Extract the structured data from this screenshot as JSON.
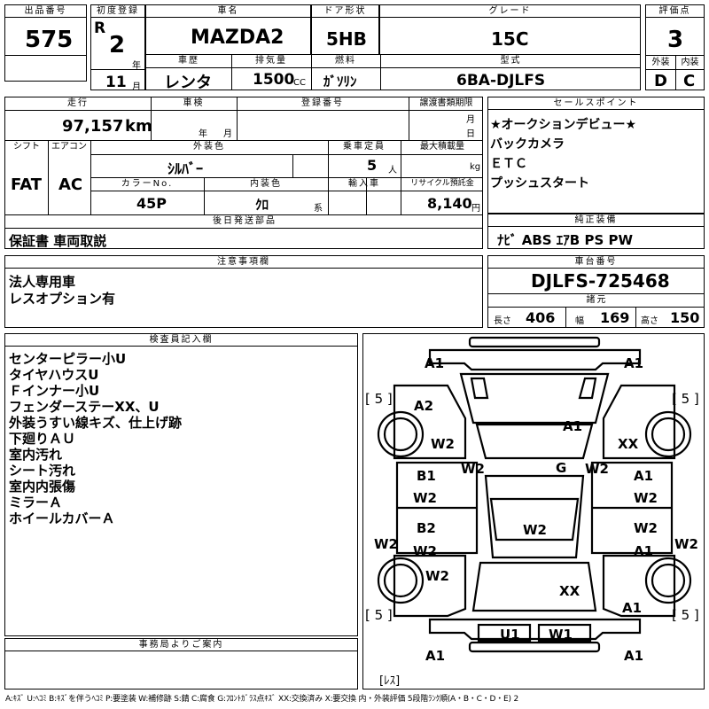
{
  "header": {
    "lot_no_label": "出品番号",
    "lot_no": "575",
    "first_reg_label": "初度登録",
    "era": "R",
    "year": "2",
    "year_unit": "年",
    "month": "11",
    "month_unit": "月",
    "car_name_label": "車名",
    "car_name": "MAZDA2",
    "door_label": "ドア形状",
    "door": "5HB",
    "grade_label": "グレード",
    "grade": "15C",
    "score_label": "評価点",
    "score": "3",
    "history_label": "車歴",
    "history": "レンタ",
    "displacement_label": "排気量",
    "displacement": "1500",
    "displacement_unit": "CC",
    "fuel_label": "燃料",
    "fuel": "ｶﾞｿﾘﾝ",
    "model_label": "型式",
    "model": "6BA-DJLFS",
    "exterior_label": "外装",
    "exterior": "D",
    "interior_label": "内装",
    "interior": "C"
  },
  "row2": {
    "mileage_label": "走行",
    "mileage": "97,157",
    "mileage_unit": "km",
    "shaken_label": "車検",
    "shaken_year_unit": "年",
    "shaken_month_unit": "月",
    "reg_no_label": "登録番号",
    "transfer_label": "譲渡書類期限",
    "transfer_month_unit": "月",
    "transfer_day_unit": "日",
    "shift_label": "シフト",
    "shift": "FAT",
    "ac_label": "エアコン",
    "ac": "AC",
    "ext_color_label": "外装色",
    "ext_color": "ｼﾙﾊﾞｰ",
    "capacity_label": "乗車定員",
    "capacity": "5",
    "capacity_unit": "人",
    "load_label": "最大積載量",
    "load_unit": "kg",
    "color_no_label": "カラーNo.",
    "color_no": "45P",
    "int_color_label": "内装色",
    "int_color": "ｸﾛ",
    "int_color_unit": "系",
    "import_label": "輸入車",
    "recycle_label": "リサイクル預託金",
    "recycle": "8,140",
    "recycle_unit": "円",
    "later_parts_label": "後日発送部品",
    "later_parts": "保証書 車両取説"
  },
  "sales_points": {
    "label": "セールスポイント",
    "items": [
      "★オークションデビュー★",
      "バックカメラ",
      "ＥＴＣ",
      "プッシュスタート"
    ]
  },
  "equipment": {
    "label": "純正装備",
    "value": "ﾅﾋﾞ ABS ｴｱB PS PW"
  },
  "notes": {
    "label": "注意事項欄",
    "items": [
      "法人専用車",
      "レスオプション有"
    ]
  },
  "chassis": {
    "label": "車台番号",
    "value": "DJLFS-725468",
    "dims_label": "諸元",
    "length_label": "長さ",
    "length": "406",
    "width_label": "幅",
    "width": "169",
    "height_label": "高さ",
    "height": "150"
  },
  "inspector": {
    "label": "検査員記入欄",
    "items": [
      "センターピラー小U",
      "タイヤハウスU",
      "Ｆインナー小U",
      "フェンダーステーXX、U",
      "外装うすい線キズ、仕上げ跡",
      "下廻りＡＵ",
      "室内汚れ",
      "シート汚れ",
      "室内内張傷",
      "ミラーＡ",
      "ホイールカバーＡ"
    ]
  },
  "office": {
    "label": "事務局よりご案内"
  },
  "diagram": {
    "marks": [
      "A1",
      "A1",
      "[ 5 ]",
      "[ 5 ]",
      "A2",
      "A1",
      "W2",
      "XX",
      "W2",
      "G",
      "W2",
      "B1",
      "A1",
      "W2",
      "W2",
      "B2",
      "W2",
      "W2",
      "W2",
      "W2",
      "A1",
      "W2",
      "W2",
      "XX",
      "[ 5 ]",
      "[ 5 ]",
      "A1",
      "U1",
      "W1",
      "A1",
      "A1",
      "[ﾚｽ]"
    ]
  },
  "legend": "A:ｷｽﾞ U:ﾍｺﾐ B:ｷｽﾞを伴うﾍｺﾐ P:要塗装 W:補修跡 S:錆 C:腐食 G:ﾌﾛﾝﾄｶﾞﾗｽ点ｷｽﾞ XX:交換済み X:要交換 内・外装評価 5段階ﾗﾝｸ順(A・B・C・D・E) 2"
}
